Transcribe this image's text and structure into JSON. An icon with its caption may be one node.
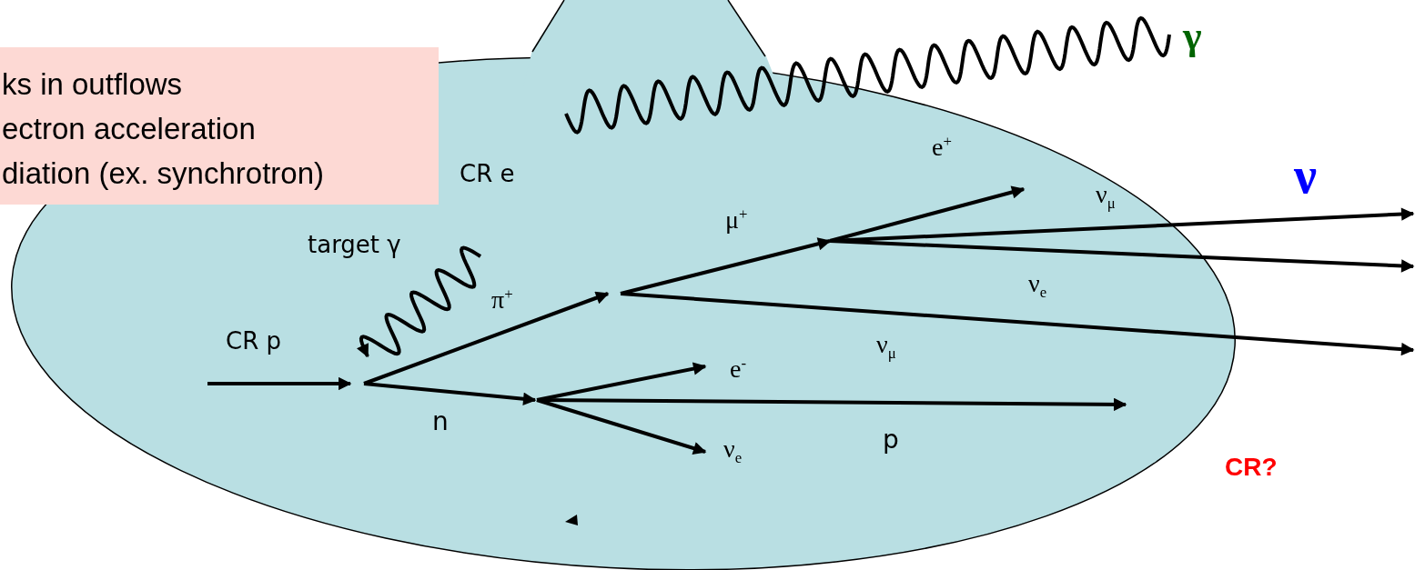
{
  "diagram": {
    "nodes": [
      {
        "text": [
          "ks in outflows",
          "ectron acceleration",
          "diation (ex. synchrotron)"
        ]
      },
      {
        "text": [],
        "shape": "ellipse"
      }
    ],
    "edges": [],
    "labels": [
      "γ",
      "CR e",
      "e$^{+}$",
      "ν",
      "ν$_{μ}$",
      "target γ",
      "μ$^{+}$",
      "π$^{+}$",
      "ν$_{e}$",
      "CR p",
      "ν$_{μ}$",
      "e$^{-}$",
      "n",
      "p",
      "ν$_{e}$",
      "CR?"
    ]
  }
}
